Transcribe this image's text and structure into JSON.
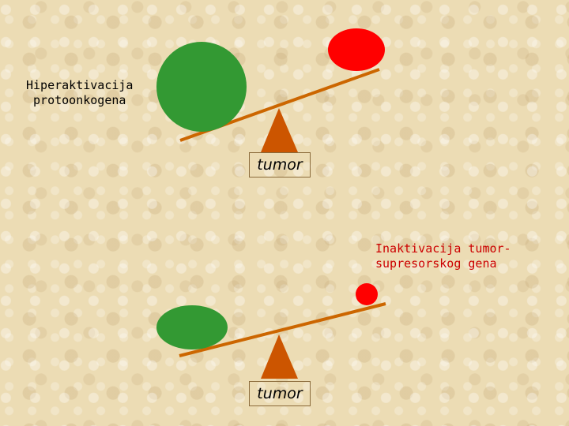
{
  "labels": {
    "top_left": "Hiperaktivacija\nprotoonkogena",
    "bottom_right": "Inaktivacija tumor-\nsupresorskog gena"
  },
  "boxes": {
    "top": "tumor",
    "bottom": "tumor"
  },
  "colors": {
    "green": "#339933",
    "red": "#ff0000",
    "beam": "#cc6600",
    "fulcrum": "#cc5500",
    "right_label": "#cc0000"
  }
}
